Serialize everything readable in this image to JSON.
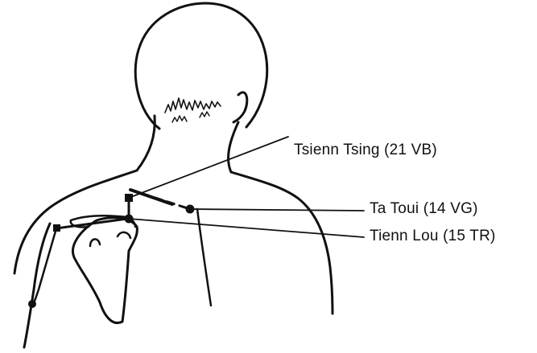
{
  "colors": {
    "line": "#111111",
    "background": "#ffffff"
  },
  "labels": {
    "tsienn_tsing": "Tsienn Tsing (21 VB)",
    "ta_toui": "Ta Toui (14 VG)",
    "tienn_lou": "Tienn Lou (15 TR)"
  }
}
